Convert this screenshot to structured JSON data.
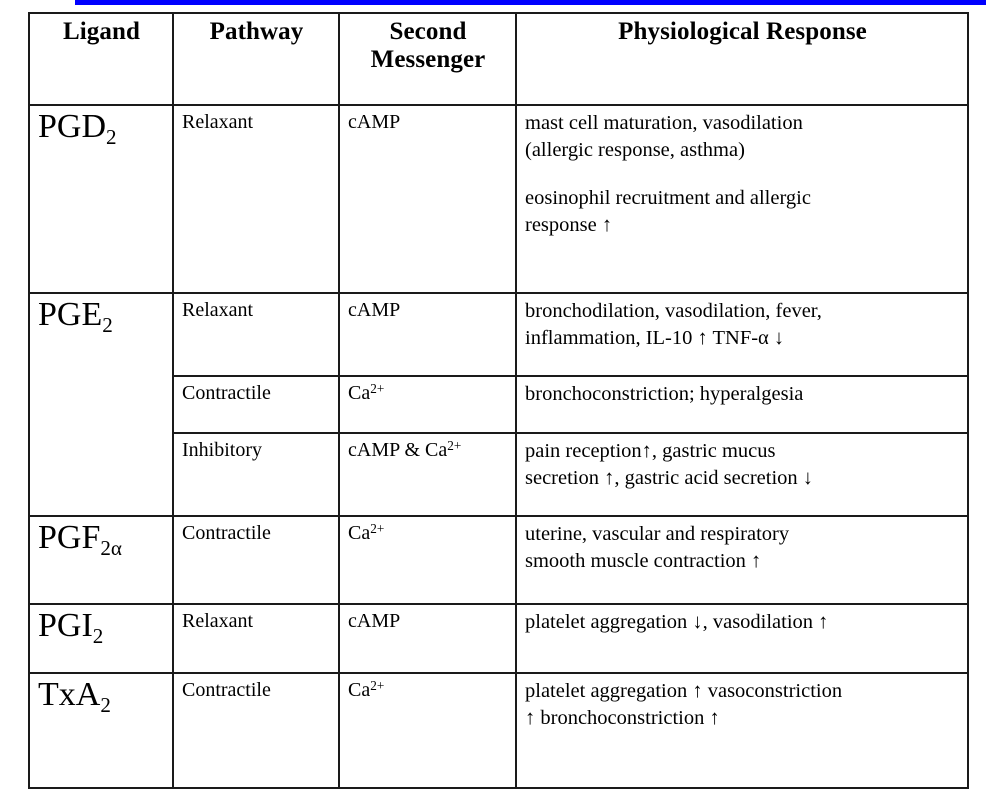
{
  "page": {
    "title": "Prostaglandin ligands, pathways, second messengers and physiological responses",
    "top_rule_color": "#0000FF",
    "border_color": "#1A1A1A",
    "background": "#FFFFFF"
  },
  "table": {
    "headers": {
      "ligand": "Ligand",
      "pathway": "Pathway",
      "second_messenger_line1": "Second",
      "second_messenger_line2": "Messenger",
      "physiological_response": "Physiological Response"
    },
    "rows": [
      {
        "ligand_base": "PGD",
        "ligand_sub": "2",
        "pathway": "Relaxant",
        "messenger_base": "cAMP",
        "messenger_sup": "",
        "response_lines": [
          "mast cell maturation, vasodilation",
          "(allergic response, asthma)",
          "",
          "eosinophil recruitment and allergic",
          "response ↑"
        ]
      },
      {
        "ligand_base": "PGE",
        "ligand_sub": "2",
        "pathway": "Relaxant",
        "messenger_base": "cAMP",
        "messenger_sup": "",
        "response_lines": [
          "bronchodilation, vasodilation, fever,",
          "inflammation, IL-10 ↑ TNF-α ↓"
        ]
      },
      {
        "ligand_base": "",
        "ligand_sub": "",
        "pathway": "Contractile",
        "messenger_base": "Ca",
        "messenger_sup": "2+",
        "response_lines": [
          "bronchoconstriction; hyperalgesia"
        ]
      },
      {
        "ligand_base": "",
        "ligand_sub": "",
        "pathway": "Inhibitory",
        "messenger_base": "cAMP & Ca",
        "messenger_sup": "2+",
        "response_lines": [
          "pain reception↑, gastric mucus",
          "secretion ↑, gastric acid secretion ↓"
        ]
      },
      {
        "ligand_base": "PGF",
        "ligand_sub": "2α",
        "pathway": "Contractile",
        "messenger_base": "Ca",
        "messenger_sup": "2+",
        "response_lines": [
          "uterine, vascular and respiratory",
          "smooth muscle contraction ↑"
        ]
      },
      {
        "ligand_base": "PGI",
        "ligand_sub": "2",
        "pathway": "Relaxant",
        "messenger_base": "cAMP",
        "messenger_sup": "",
        "response_lines": [
          "platelet aggregation ↓,  vasodilation ↑"
        ]
      },
      {
        "ligand_base": "TxA",
        "ligand_sub": "2",
        "pathway": "Contractile",
        "messenger_base": "Ca",
        "messenger_sup": "2+",
        "response_lines": [
          "platelet aggregation ↑ vasoconstriction",
          "↑ bronchoconstriction ↑"
        ]
      }
    ]
  }
}
